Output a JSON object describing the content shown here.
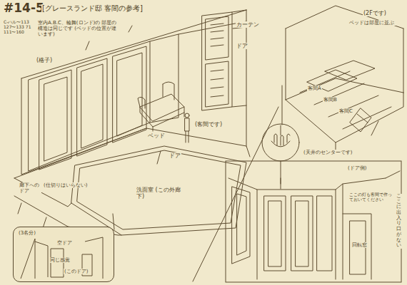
{
  "diagram": {
    "title": "#14-5",
    "nodes": [
      {
        "text": [
          "(3名分)",
          "空ドア",
          "同じ感覚",
          "(このドア)"
        ]
      }
    ],
    "labels": [
      "[グレースランド邸 客間の参考]",
      "C-ハル〜113 127〜133 71 111〜160",
      "室内A.B.C、輪舞(ロンド)の 部屋の構造は同じです (ベッドの位置が違います)",
      "(格子)",
      "カーテン",
      "ドア",
      "ベッド",
      "(客間です)",
      "(仕切りはいらない)",
      "ドア",
      "洗面室 (この外廊下)",
      "廊下へのドア",
      "(2Fです)",
      "ベッドは部屋に並ぶ",
      "客間A",
      "客間B",
      "客間C",
      "(天井のセンターです)",
      "(ドア側)",
      "ここの灯も客間で作っておいてください",
      "回転窓",
      "ここに出入り口がない"
    ]
  }
}
